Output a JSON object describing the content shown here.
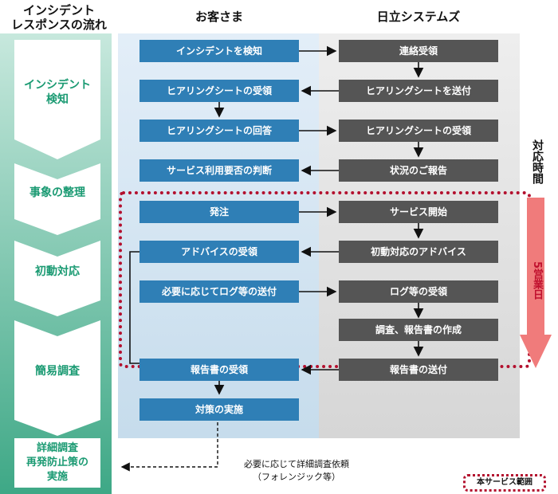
{
  "headers": {
    "flow": "インシデント\nレスポンスの流れ",
    "customer": "お客さま",
    "hitachi": "日立システムズ"
  },
  "phases": [
    "インシデント\n検知",
    "事象の整理",
    "初動対応",
    "簡易調査",
    "詳細調査\n再発防止策の\n実施"
  ],
  "customer_steps": [
    "インシデントを検知",
    "ヒアリングシートの受領",
    "ヒアリングシートの回答",
    "サービス利用要否の判断",
    "発注",
    "アドバイスの受領",
    "必要に応じてログ等の送付",
    "報告書の受領",
    "対策の実施"
  ],
  "hitachi_steps": [
    "連絡受領",
    "ヒアリングシートを送付",
    "ヒアリングシートの受領",
    "状況のご報告",
    "サービス開始",
    "初動対応のアドバイス",
    "ログ等の受領",
    "調査、報告書の作成",
    "報告書の送付"
  ],
  "timeline": {
    "label": "対応時間",
    "duration": "5営業日",
    "color": "#f07b7b"
  },
  "note": {
    "line1": "必要に応じて詳細調査依頼",
    "line2": "（フォレンジック等）"
  },
  "legend": "本サービス範囲",
  "colors": {
    "customer_box": "#2f7fb6",
    "hitachi_box": "#555555",
    "phase_text": "#1a9a72",
    "service_scope": "#b3102e"
  }
}
